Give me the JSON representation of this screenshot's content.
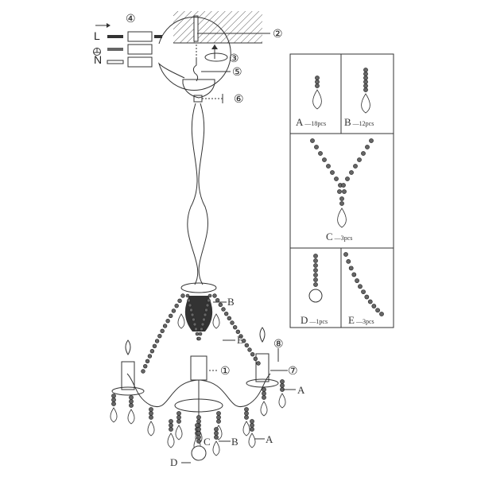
{
  "steps": {
    "s1": "①",
    "s2": "②",
    "s3": "③",
    "s4": "④",
    "s5": "⑤",
    "s6": "⑥",
    "s7": "⑦",
    "s8": "⑧"
  },
  "wiring": {
    "live": "L",
    "neutral": "N",
    "earth_icon": "ground-symbol"
  },
  "callouts": {
    "b_top": "B",
    "e": "E",
    "a_right": "A",
    "b_bottom": "B",
    "a_bottom": "A",
    "c": "C",
    "d": "D"
  },
  "parts": [
    {
      "letter": "A",
      "qty": "18pcs"
    },
    {
      "letter": "B",
      "qty": "12pcs"
    },
    {
      "letter": "C",
      "qty": "3pcs"
    },
    {
      "letter": "D",
      "qty": "1pcs"
    },
    {
      "letter": "E",
      "qty": "3pcs"
    }
  ]
}
